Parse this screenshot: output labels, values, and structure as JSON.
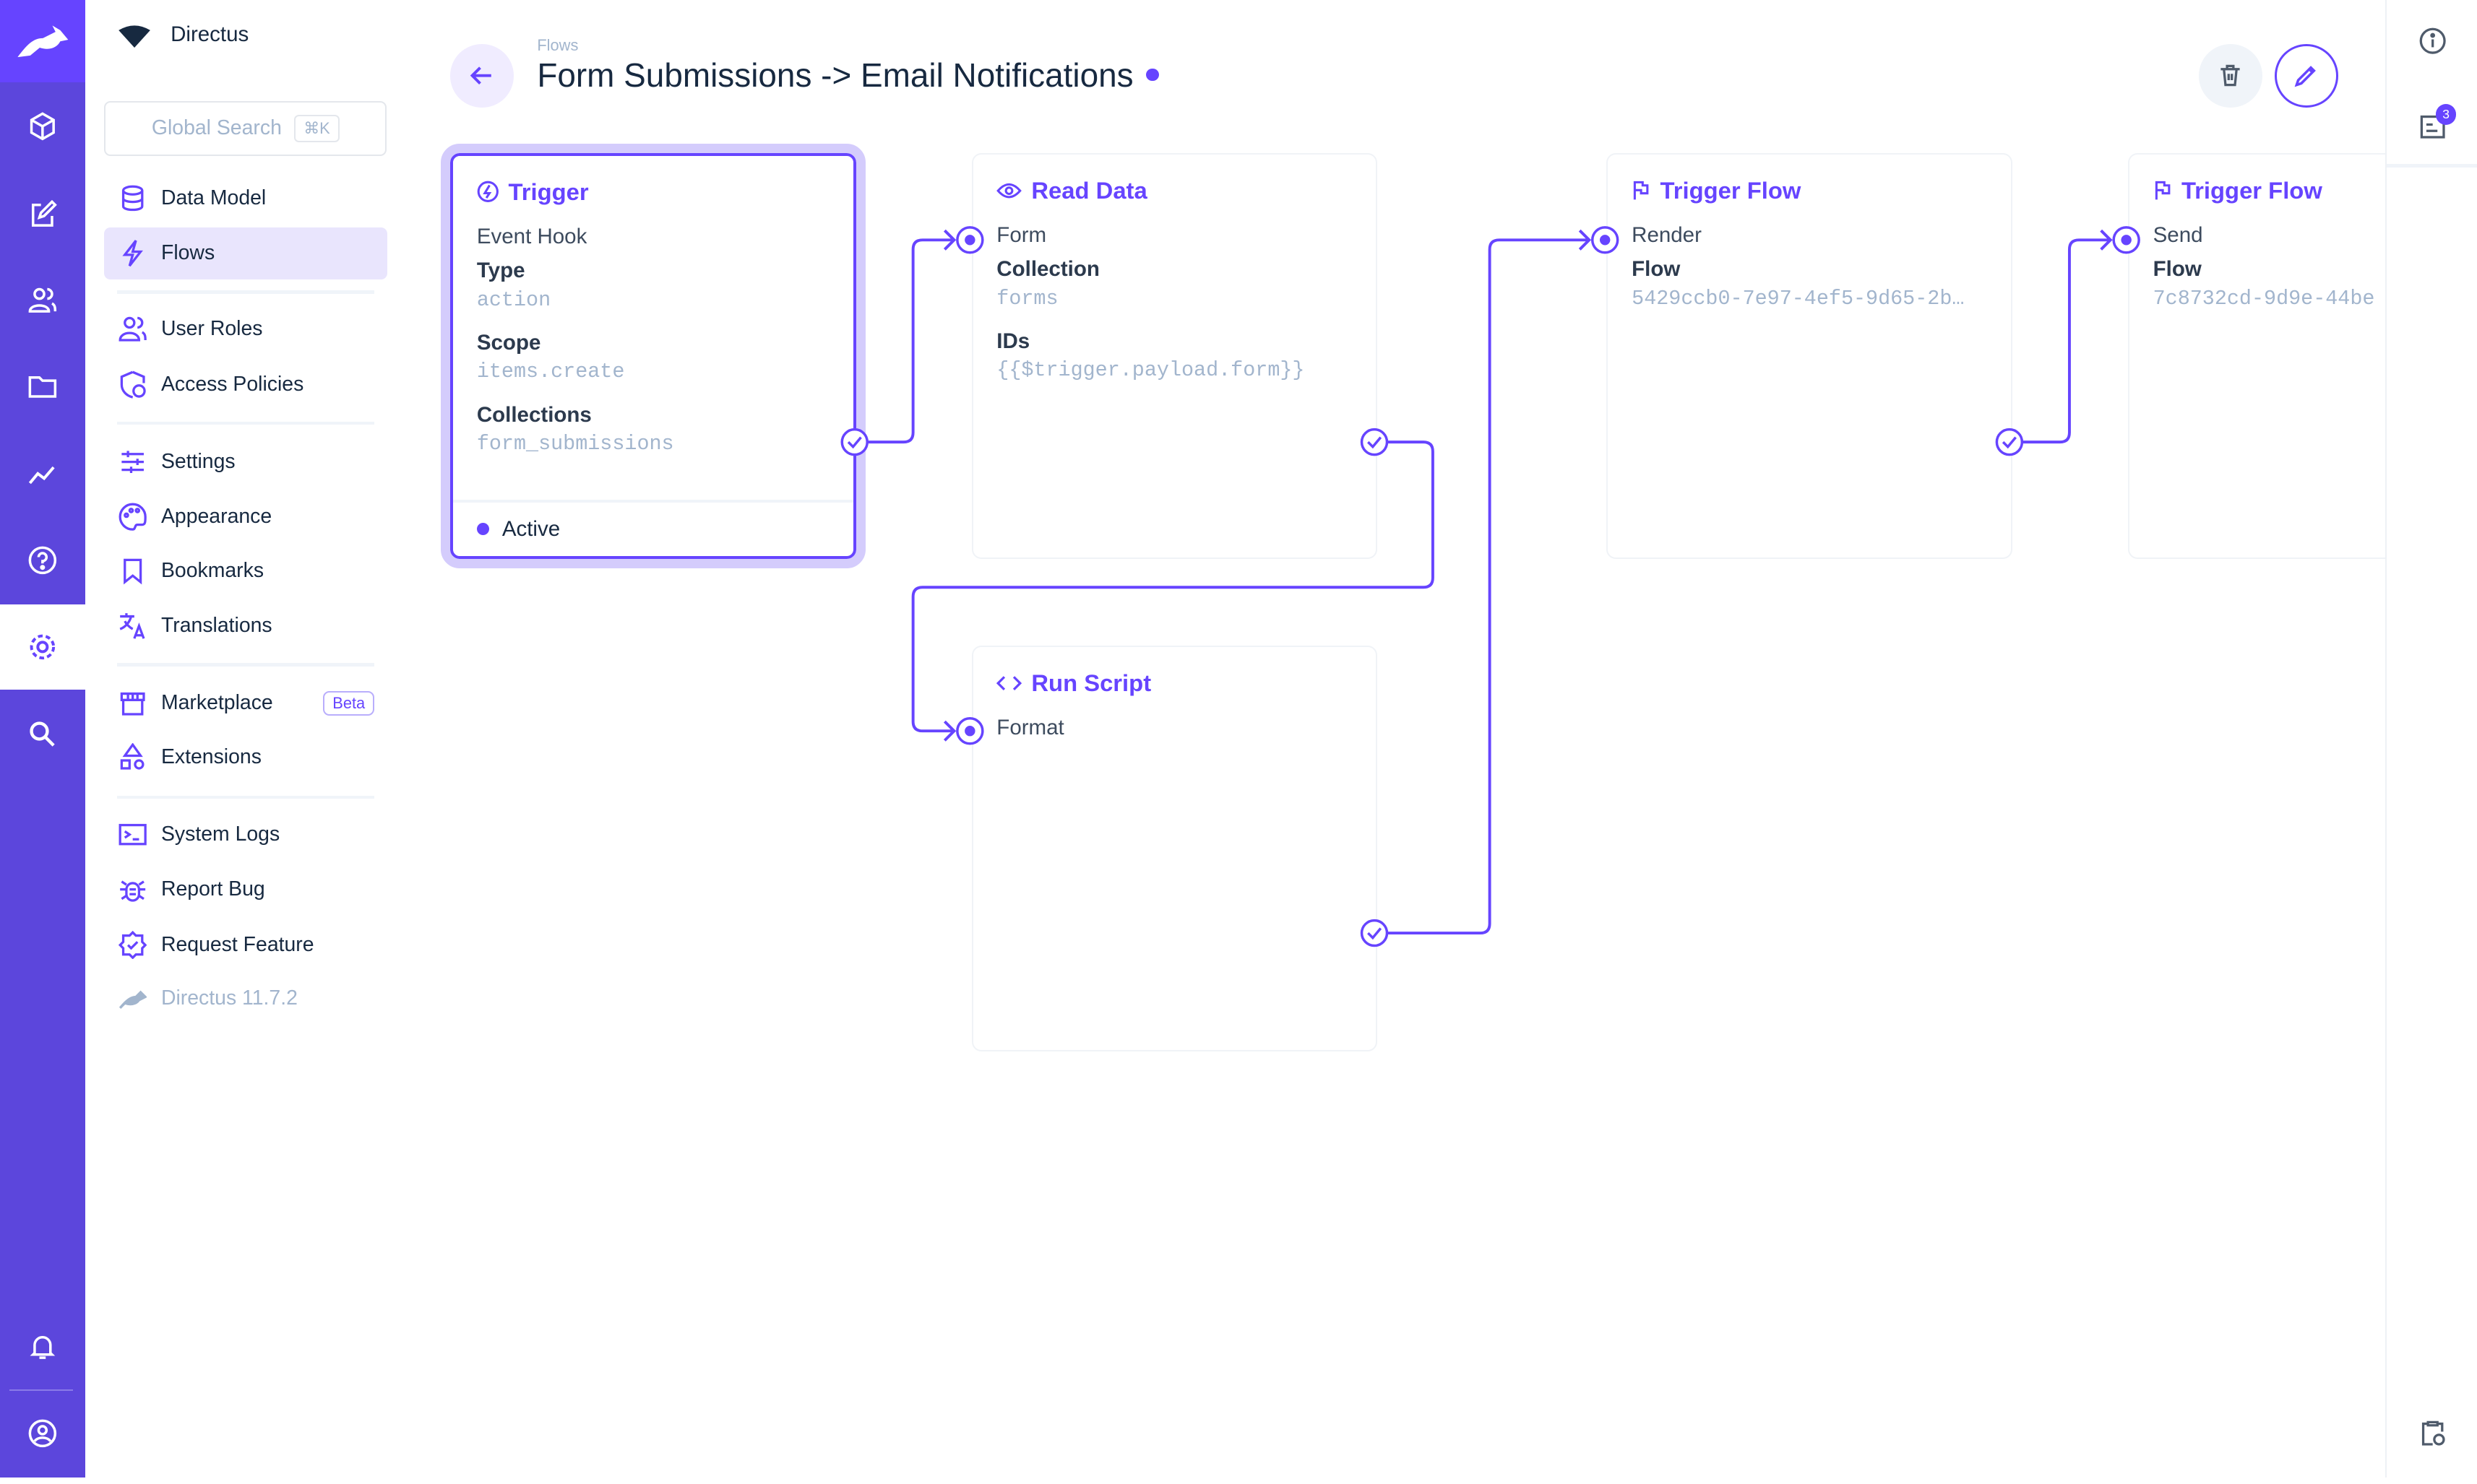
{
  "brand": {
    "name": "Directus"
  },
  "search": {
    "placeholder": "Global Search",
    "shortcut": "⌘K"
  },
  "nav": {
    "items": [
      {
        "label": "Data Model",
        "icon": "database-icon"
      },
      {
        "label": "Flows",
        "icon": "bolt-icon",
        "active": true
      },
      {
        "label": "User Roles",
        "icon": "users-icon"
      },
      {
        "label": "Access Policies",
        "icon": "shield-icon"
      },
      {
        "label": "Settings",
        "icon": "sliders-icon"
      },
      {
        "label": "Appearance",
        "icon": "palette-icon"
      },
      {
        "label": "Bookmarks",
        "icon": "bookmark-icon"
      },
      {
        "label": "Translations",
        "icon": "translate-icon"
      },
      {
        "label": "Marketplace",
        "icon": "store-icon",
        "badge": "Beta"
      },
      {
        "label": "Extensions",
        "icon": "shapes-icon"
      },
      {
        "label": "System Logs",
        "icon": "terminal-icon"
      },
      {
        "label": "Report Bug",
        "icon": "bug-icon"
      },
      {
        "label": "Request Feature",
        "icon": "verified-icon"
      },
      {
        "label": "Directus 11.7.2",
        "icon": "rabbit-icon"
      }
    ]
  },
  "header": {
    "breadcrumb": "Flows",
    "title": "Form Submissions -> Email Notifications"
  },
  "colors": {
    "accent": "#6644ff",
    "rail": "#5c46dc"
  },
  "right_sidebar": {
    "notifications_count": "3"
  },
  "flow": {
    "trigger": {
      "title": "Trigger",
      "name": "Event Hook",
      "fields": [
        {
          "label": "Type",
          "value": "action"
        },
        {
          "label": "Scope",
          "value": "items.create"
        },
        {
          "label": "Collections",
          "value": "form_submissions"
        }
      ],
      "status": "Active"
    },
    "read_data": {
      "title": "Read Data",
      "name": "Form",
      "fields": [
        {
          "label": "Collection",
          "value": "forms"
        },
        {
          "label": "IDs",
          "value": "{{$trigger.payload.form}}"
        }
      ]
    },
    "run_script": {
      "title": "Run Script",
      "name": "Format"
    },
    "trigger_flow_1": {
      "title": "Trigger Flow",
      "name": "Render",
      "fields": [
        {
          "label": "Flow",
          "value": "5429ccb0-7e97-4ef5-9d65-2b…"
        }
      ]
    },
    "trigger_flow_2": {
      "title": "Trigger Flow",
      "name": "Send",
      "fields": [
        {
          "label": "Flow",
          "value": "7c8732cd-9d9e-44be"
        }
      ]
    }
  }
}
